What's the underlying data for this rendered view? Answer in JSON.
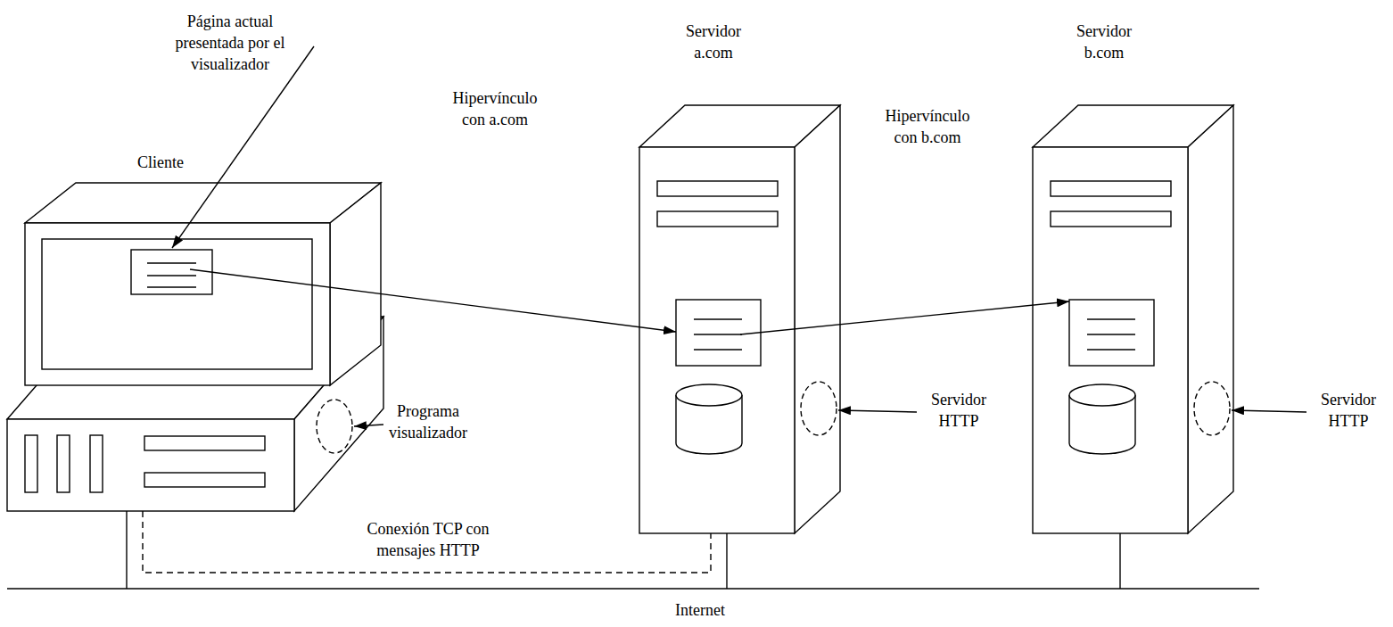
{
  "diagram": {
    "nodes": [
      {
        "text": [
          "Cliente"
        ]
      },
      {
        "text": [
          "Servidor a.com"
        ]
      },
      {
        "text": [
          "Servidor b.com"
        ]
      }
    ],
    "edges": [
      {
        "from": 0,
        "to": 1,
        "label": "Hipervínculo con a.com",
        "arrow": "to"
      },
      {
        "from": 1,
        "to": 2,
        "label": "Hipervínculo con b.com",
        "arrow": "to"
      },
      {
        "from": 0,
        "to": 1,
        "label": "Conexión TCP con mensajes HTTP",
        "arrow": "none"
      }
    ],
    "labels": [
      "Página actual presentada por el visualizador",
      "Programa visualizador",
      "Servidor HTTP",
      "Servidor HTTP",
      "Internet"
    ]
  }
}
